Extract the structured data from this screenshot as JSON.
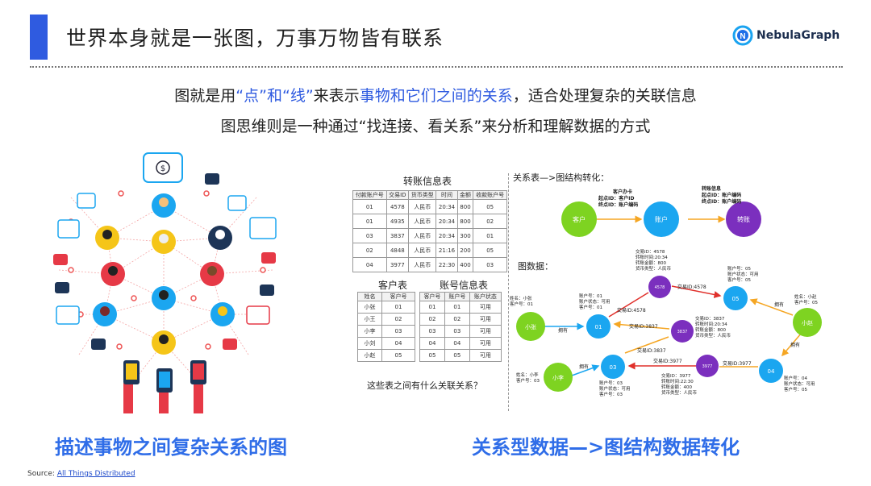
{
  "header": {
    "title": "世界本身就是一张图，万事万物皆有联系",
    "logo_text": "NebulaGraph"
  },
  "subtitle": {
    "line1_a": "图就是用",
    "line1_q1": "“点”",
    "line1_and": "和",
    "line1_q2": "“线”",
    "line1_b": "来表示",
    "line1_hl": "事物和它们之间的关系",
    "line1_c": "，适合处理复杂的关联信息",
    "line2": "图思维则是一种通过“找连接、看关系”来分析和理解数据的方式"
  },
  "transfer_table": {
    "title": "转账信息表",
    "headers": [
      "付款账户号",
      "交易ID",
      "货币类型",
      "时间",
      "金额",
      "收款账户号"
    ],
    "rows": [
      [
        "01",
        "4578",
        "人民币",
        "20:34",
        "800",
        "05"
      ],
      [
        "01",
        "4935",
        "人民币",
        "20:34",
        "800",
        "02"
      ],
      [
        "03",
        "3837",
        "人民币",
        "20:34",
        "300",
        "01"
      ],
      [
        "02",
        "4848",
        "人民币",
        "21:16",
        "200",
        "05"
      ],
      [
        "04",
        "3977",
        "人民币",
        "22:30",
        "400",
        "03"
      ]
    ]
  },
  "customer_table": {
    "title": "客户表",
    "headers": [
      "姓名",
      "客户号"
    ],
    "rows": [
      [
        "小张",
        "01"
      ],
      [
        "小王",
        "02"
      ],
      [
        "小李",
        "03"
      ],
      [
        "小刘",
        "04"
      ],
      [
        "小赵",
        "05"
      ]
    ]
  },
  "account_table": {
    "title": "账号信息表",
    "headers": [
      "客户号",
      "账户号",
      "账户状态"
    ],
    "rows": [
      [
        "01",
        "01",
        "可用"
      ],
      [
        "02",
        "02",
        "可用"
      ],
      [
        "03",
        "03",
        "可用"
      ],
      [
        "04",
        "04",
        "可用"
      ],
      [
        "05",
        "05",
        "可用"
      ]
    ]
  },
  "question": "这些表之间有什么关联关系？",
  "schema": {
    "title": "关系表—>图结构转化：",
    "node_customer": "客户",
    "node_account": "账户",
    "node_transfer": "转账",
    "edge1_title": "客户办卡",
    "edge1_start": "起点ID：客户ID",
    "edge1_end": "终点ID：账户编码",
    "edge2_title": "转账信息",
    "edge2_start": "起点ID：账户编码",
    "edge2_end": "终点ID：账户编码"
  },
  "graph": {
    "label": "图数据：",
    "nodes": {
      "xiaozhang": "小张",
      "xiaoli": "小李",
      "xiaozhao": "小赵",
      "acc01": "01",
      "acc03": "03",
      "acc04": "04",
      "acc05": "05",
      "tx4578": "4578",
      "tx3837": "3837",
      "tx3977": "3977"
    },
    "edges": {
      "own": "拥有",
      "tx4578": "交易ID:4578",
      "tx3837": "交易ID:3837",
      "tx3977": "交易ID:3977"
    },
    "info": {
      "xiaozhang": [
        "姓名：小张",
        "客户号：01"
      ],
      "xiaoli": [
        "姓名：小李",
        "客户号：03"
      ],
      "xiaozhao": [
        "姓名：小赵",
        "客户号：05"
      ],
      "acc01": [
        "账户号：01",
        "账户状态：可用",
        "客户号：01"
      ],
      "acc03": [
        "账户号：03",
        "账户状态：可用",
        "客户号：03"
      ],
      "acc04": [
        "账户号：04",
        "账户状态：可用",
        "客户号：05"
      ],
      "acc05": [
        "账户号：05",
        "账户状态：可用",
        "客户号：05"
      ],
      "tx4578": [
        "交易ID：4578",
        "转账时间:20:34",
        "转账金额：800",
        "货币类型：人民币"
      ],
      "tx3837": [
        "交易ID：3837",
        "转账时间:20:34",
        "转账金额：800",
        "货币类型：人民币"
      ],
      "tx3977": [
        "交易ID：3977",
        "转账时间:22:30",
        "转账金额：400",
        "货币类型：人民币"
      ]
    }
  },
  "captions": {
    "left": "描述事物之间复杂关系的图",
    "right": "关系型数据—>图结构数据转化"
  },
  "source": {
    "prefix": "Source: ",
    "link": "All Things Distributed"
  },
  "colors": {
    "accent": "#2f5be0",
    "caption": "#2f6de8",
    "node_green": "#7ed321",
    "node_blue": "#1ba6f0",
    "node_purple": "#7b2fbe",
    "edge_red": "#e0302b",
    "edge_orange": "#f5a623"
  }
}
